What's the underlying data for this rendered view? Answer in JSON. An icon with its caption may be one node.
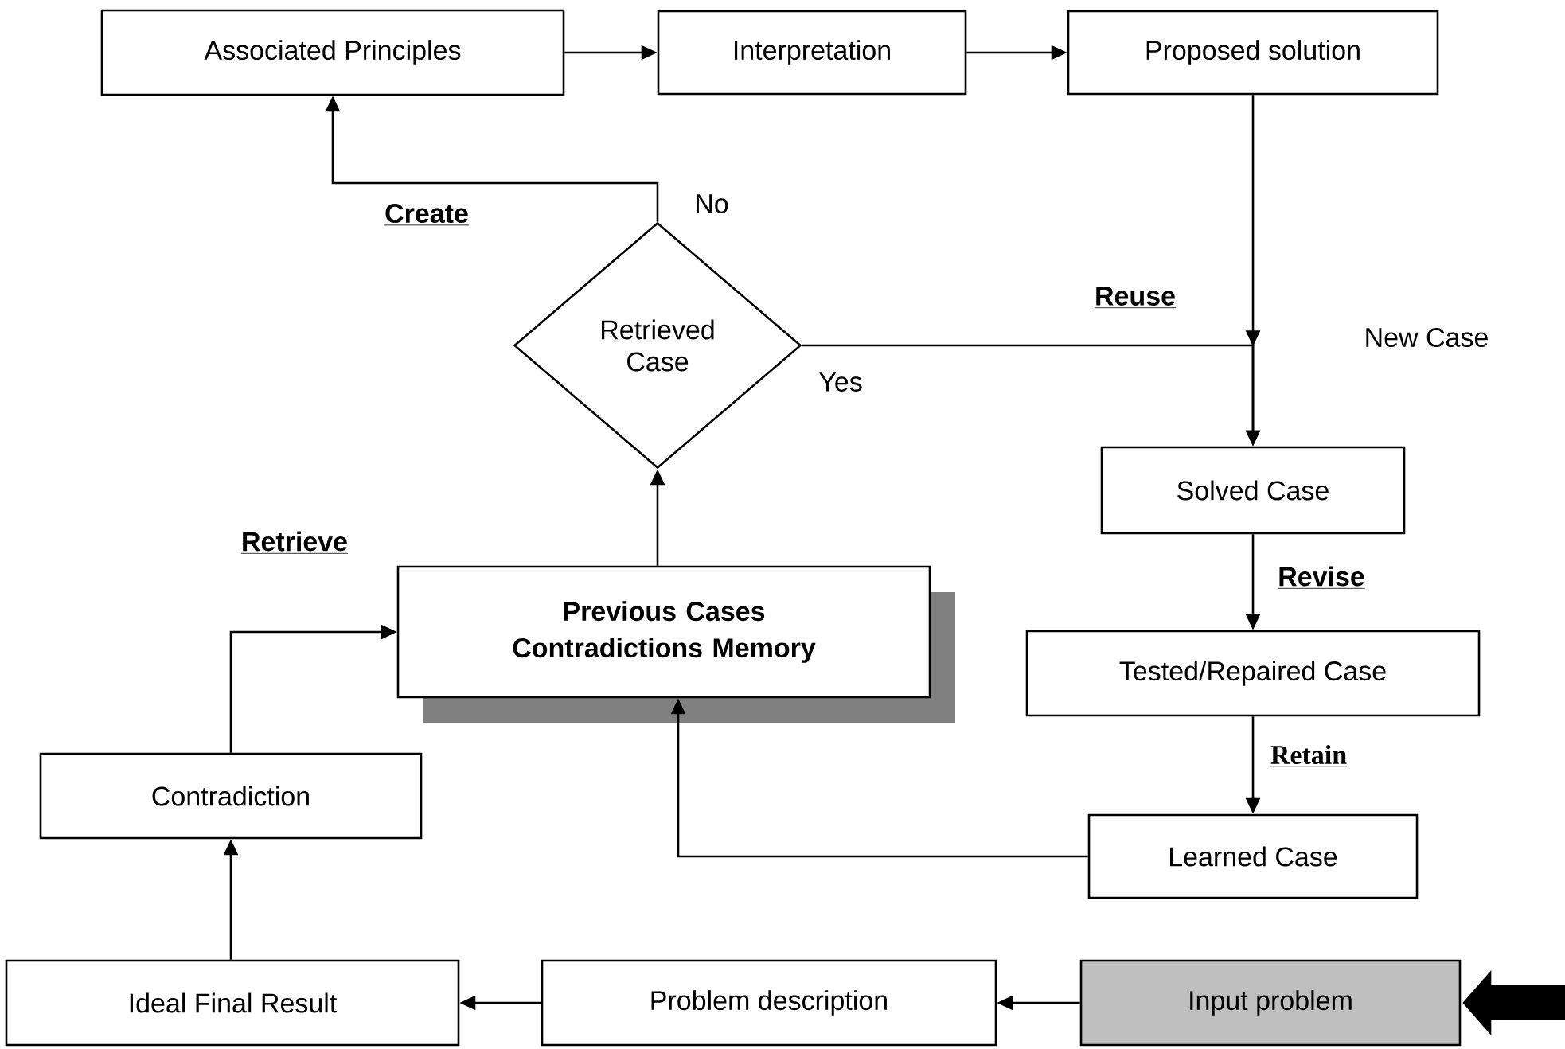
{
  "diagram": {
    "nodes": [
      {
        "text": [
          "Associated Principles"
        ]
      },
      {
        "text": [
          "Interpretation"
        ]
      },
      {
        "text": [
          "Proposed solution"
        ]
      },
      {
        "text": [
          "Retrieved Case"
        ]
      },
      {
        "text": [
          "Solved Case"
        ]
      },
      {
        "text": [
          "Previous Cases Contradictions Memory"
        ]
      },
      {
        "text": [
          "Tested/Repaired Case"
        ]
      },
      {
        "text": [
          "Contradiction"
        ]
      },
      {
        "text": [
          "Learned Case"
        ]
      },
      {
        "text": [
          "Ideal Final Result"
        ]
      },
      {
        "text": [
          "Problem description"
        ]
      },
      {
        "text": [
          "Input problem"
        ]
      }
    ],
    "edges": [
      {
        "from": 0,
        "to": 1,
        "arrow": "to"
      },
      {
        "from": 1,
        "to": 2,
        "arrow": "to"
      },
      {
        "from": 2,
        "to": 4,
        "arrow": "to"
      },
      {
        "from": 3,
        "to": 4,
        "arrow": "to",
        "label": "Yes"
      },
      {
        "from": 3,
        "to": 0,
        "arrow": "to",
        "label": "No"
      },
      {
        "from": 5,
        "to": 3,
        "arrow": "to"
      },
      {
        "from": 4,
        "to": 6,
        "arrow": "to",
        "label": "Revise"
      },
      {
        "from": 6,
        "to": 8,
        "arrow": "to",
        "label": "Retain"
      },
      {
        "from": 8,
        "to": 5,
        "arrow": "to"
      },
      {
        "from": 7,
        "to": 5,
        "arrow": "to"
      },
      {
        "from": 9,
        "to": 7,
        "arrow": "to"
      },
      {
        "from": 10,
        "to": 9,
        "arrow": "to"
      },
      {
        "from": 11,
        "to": 10,
        "arrow": "to"
      },
      {
        "from": null,
        "to": 11,
        "arrow": "to",
        "style": "thick"
      }
    ],
    "labels": [
      "Create",
      "Reuse",
      "New Case",
      "Retrieve"
    ]
  }
}
